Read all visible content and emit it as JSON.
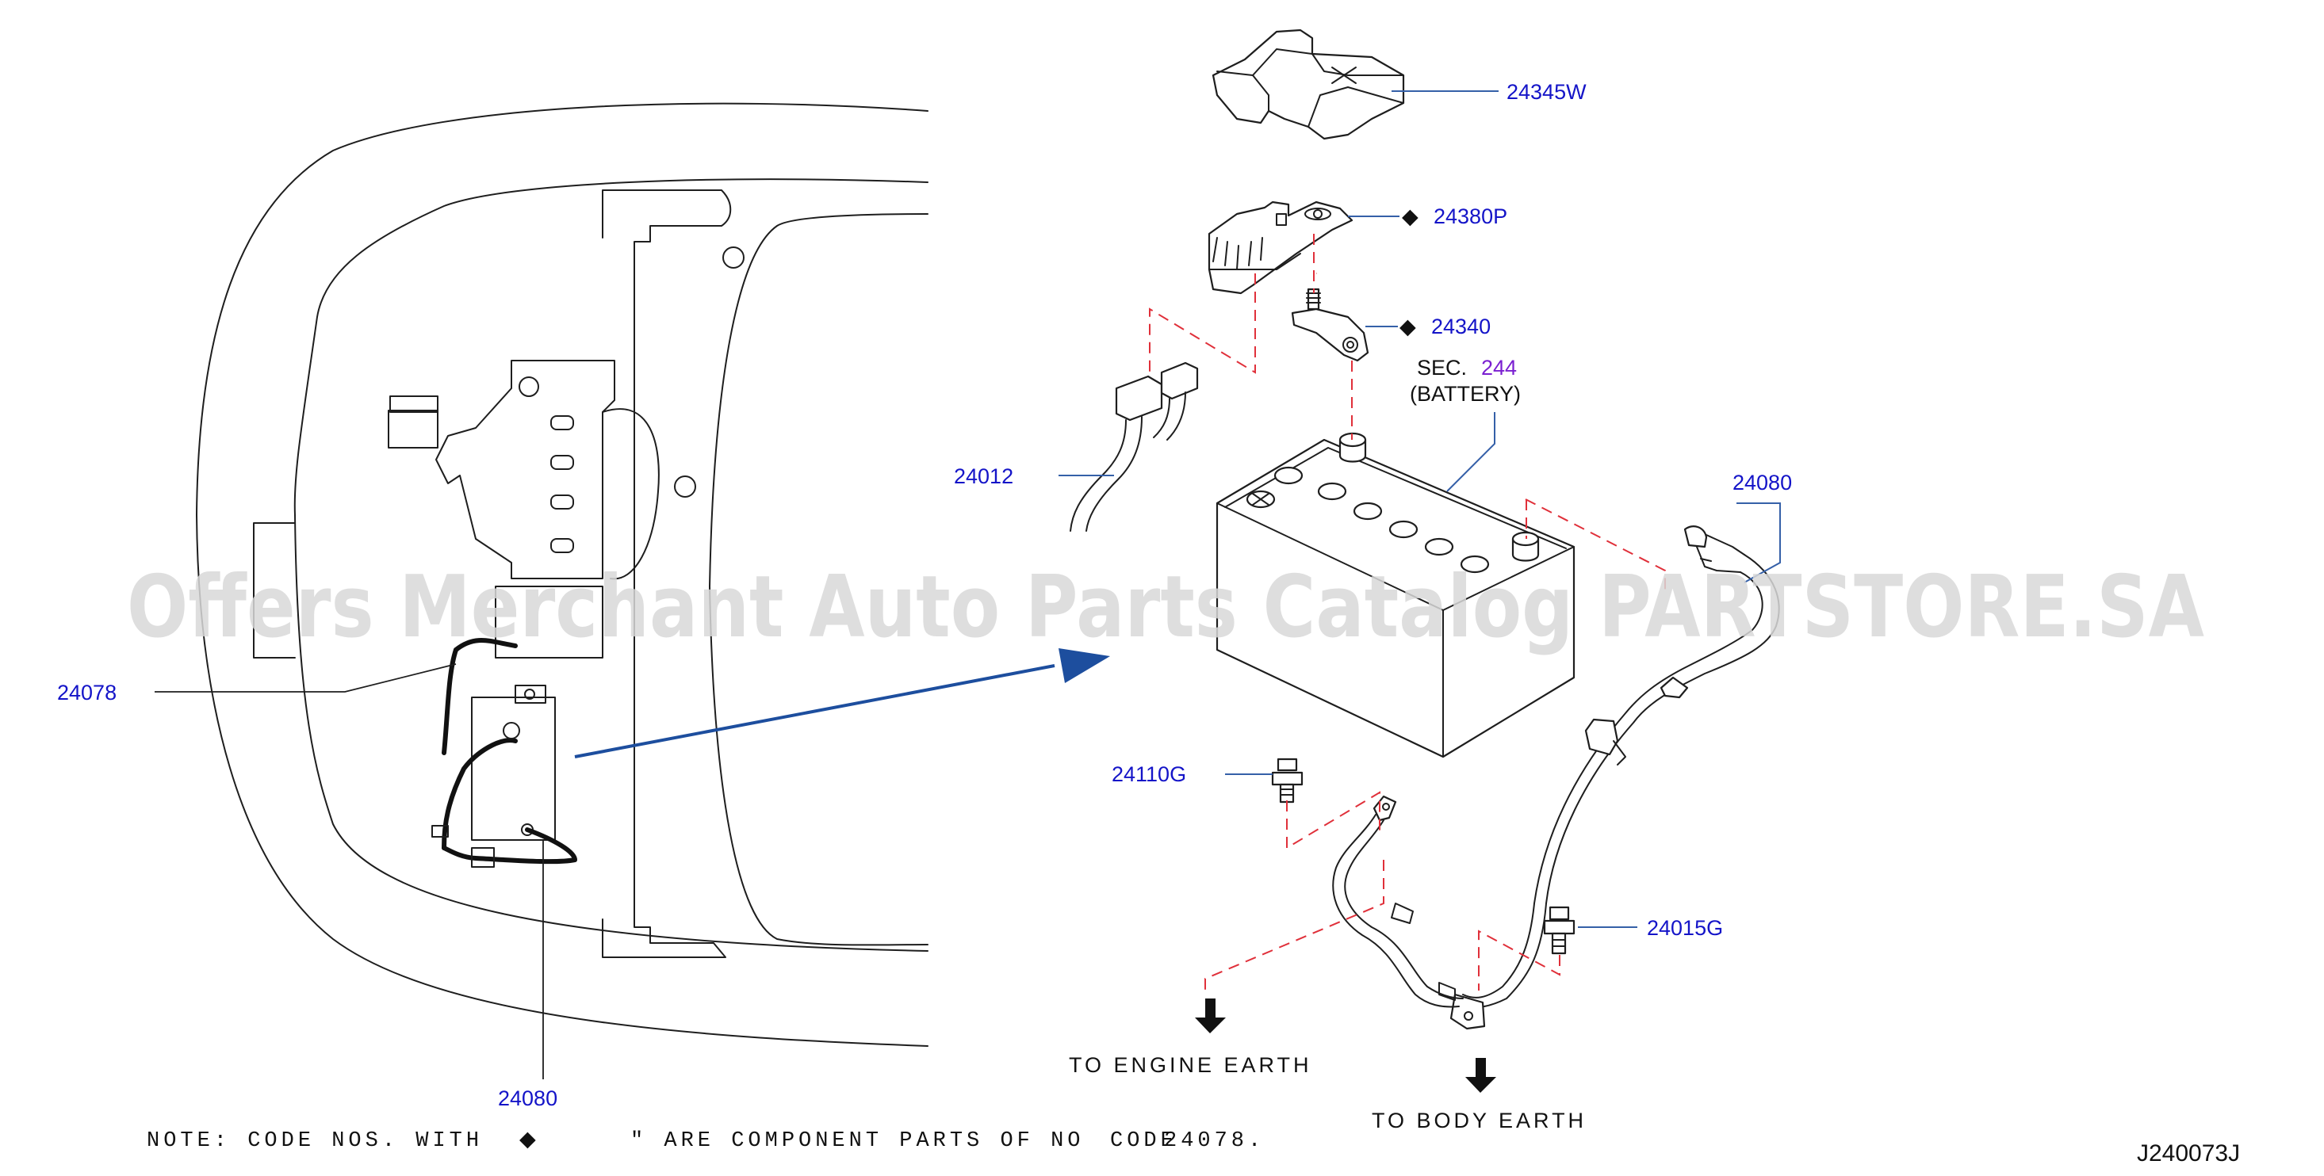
{
  "watermark": "Offers Merchant Auto Parts Catalog PARTSTORE.SA",
  "labels": {
    "p24345w": "24345W",
    "p24380p": "24380P",
    "p24340": "24340",
    "p24012": "24012",
    "p24080_right": "24080",
    "p24078": "24078",
    "p24080_left": "24080",
    "p24110g": "24110G",
    "p24015g": "24015G"
  },
  "marker_symbol": "◆",
  "battery_ref": {
    "sec_prefix": "SEC.",
    "sec_number": "244",
    "name": "(BATTERY)"
  },
  "destinations": {
    "engine": "TO  ENGINE  EARTH",
    "body": "TO  BODY  EARTH"
  },
  "note": {
    "before_marker": "NOTE: CODE NOS. WITH",
    "after_marker": "\" ARE COMPONENT PARTS OF NO",
    "overlap": "CODE",
    "tail": "24078."
  },
  "diagram_code": "J240073J"
}
